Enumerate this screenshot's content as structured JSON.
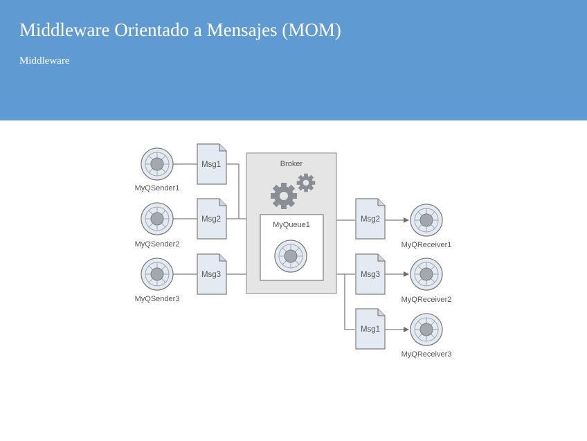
{
  "slide": {
    "title": "Middleware Orientado a Mensajes (MOM)",
    "subtitle": "Middleware"
  },
  "diagram": {
    "broker_label": "Broker",
    "queue_label": "MyQueue1",
    "senders": [
      "MyQSender1",
      "MyQSender2",
      "MyQSender3"
    ],
    "sender_messages": [
      "Msg1",
      "Msg2",
      "Msg3"
    ],
    "receivers": [
      "MyQReceiver1",
      "MyQReceiver2",
      "MyQReceiver3"
    ],
    "receiver_messages": [
      "Msg2",
      "Msg3",
      "Msg1"
    ],
    "icons": [
      "node-icon",
      "document-icon",
      "gears-icon",
      "arrow-icon"
    ],
    "colors": {
      "header": "#5f9bd2",
      "line": "#7d7d7d",
      "node_fill": "#e4eaf2",
      "node_center": "#a3a8b0",
      "broker_fill": "#e5e5e5",
      "gear": "#8a8f96"
    }
  }
}
